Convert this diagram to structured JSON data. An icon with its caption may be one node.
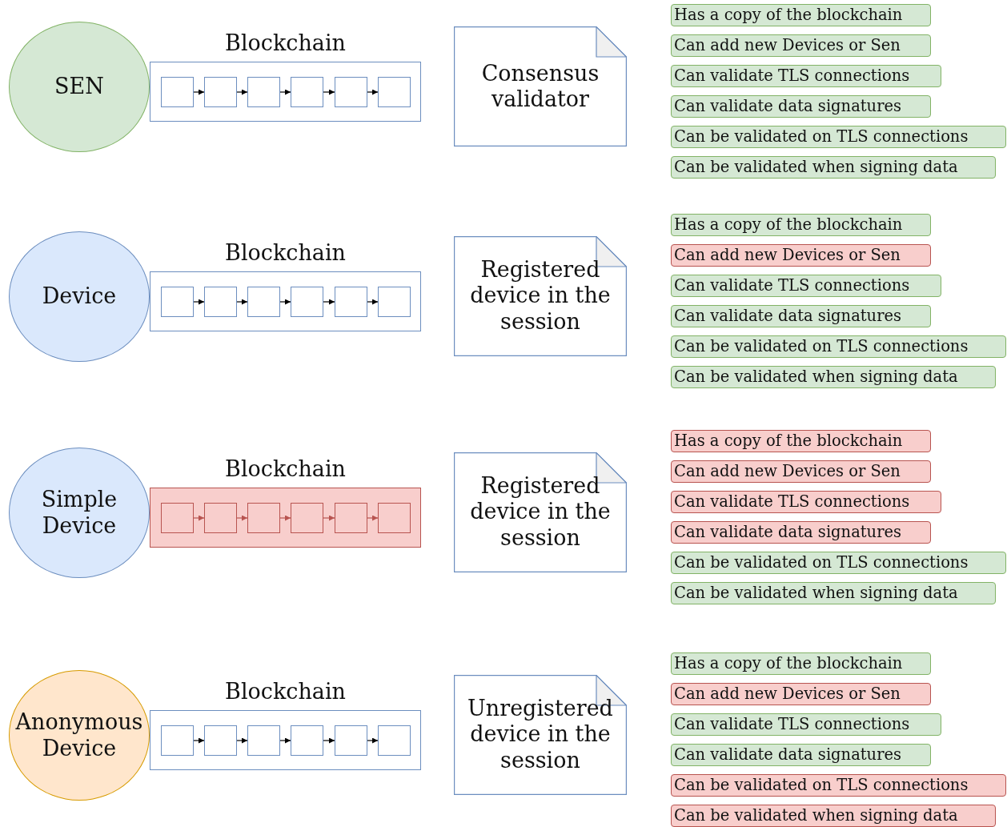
{
  "diagram": {
    "nodes": [
      {
        "text": [
          "SEN"
        ]
      },
      {
        "text": [
          "Blockchain"
        ]
      },
      {
        "text": [],
        "shape": "box",
        "in": 1
      },
      {
        "text": [],
        "shape": "box",
        "in": 1
      },
      {
        "text": [],
        "shape": "box",
        "in": 1
      },
      {
        "text": [],
        "shape": "box",
        "in": 1
      },
      {
        "text": [],
        "shape": "box",
        "in": 1
      },
      {
        "text": [],
        "shape": "box",
        "in": 1
      },
      {
        "text": [
          "Consensus validator"
        ]
      },
      {
        "text": [
          "Has a copy of the blockchain"
        ]
      },
      {
        "text": [
          "Can add new Devices or Sen"
        ]
      },
      {
        "text": [
          "Can validate TLS connections"
        ]
      },
      {
        "text": [
          "Can validate data signatures"
        ]
      },
      {
        "text": [
          "Can be validated on TLS connections"
        ]
      },
      {
        "text": [
          "Can be validated when signing data"
        ]
      },
      {
        "text": [
          "Device"
        ]
      },
      {
        "text": [
          "Blockchain"
        ]
      },
      {
        "text": [],
        "shape": "box",
        "in": 16
      },
      {
        "text": [],
        "shape": "box",
        "in": 16
      },
      {
        "text": [],
        "shape": "box",
        "in": 16
      },
      {
        "text": [],
        "shape": "box",
        "in": 16
      },
      {
        "text": [],
        "shape": "box",
        "in": 16
      },
      {
        "text": [],
        "shape": "box",
        "in": 16
      },
      {
        "text": [
          "Registered device in the session"
        ]
      },
      {
        "text": [
          "Has a copy of the blockchain"
        ]
      },
      {
        "text": [
          "Can add new Devices or Sen"
        ]
      },
      {
        "text": [
          "Can validate TLS connections"
        ]
      },
      {
        "text": [
          "Can validate data signatures"
        ]
      },
      {
        "text": [
          "Can be validated on TLS connections"
        ]
      },
      {
        "text": [
          "Can be validated when signing data"
        ]
      },
      {
        "text": [
          "Simple Device"
        ]
      },
      {
        "text": [
          "Blockchain"
        ]
      },
      {
        "text": [],
        "shape": "box",
        "in": 31
      },
      {
        "text": [],
        "shape": "box",
        "in": 31
      },
      {
        "text": [],
        "shape": "box",
        "in": 31
      },
      {
        "text": [],
        "shape": "box",
        "in": 31
      },
      {
        "text": [],
        "shape": "box",
        "in": 31
      },
      {
        "text": [],
        "shape": "box",
        "in": 31
      },
      {
        "text": [
          "Registered device in the session"
        ]
      },
      {
        "text": [
          "Has a copy of the blockchain"
        ]
      },
      {
        "text": [
          "Can add new Devices or Sen"
        ]
      },
      {
        "text": [
          "Can validate TLS connections"
        ]
      },
      {
        "text": [
          "Can validate data signatures"
        ]
      },
      {
        "text": [
          "Can be validated on TLS connections"
        ]
      },
      {
        "text": [
          "Can be validated when signing data"
        ]
      },
      {
        "text": [
          "Anonymous Device"
        ]
      },
      {
        "text": [
          "Blockchain"
        ]
      },
      {
        "text": [],
        "shape": "box",
        "in": 46
      },
      {
        "text": [],
        "shape": "box",
        "in": 46
      },
      {
        "text": [],
        "shape": "box",
        "in": 46
      },
      {
        "text": [],
        "shape": "box",
        "in": 46
      },
      {
        "text": [],
        "shape": "box",
        "in": 46
      },
      {
        "text": [],
        "shape": "box",
        "in": 46
      },
      {
        "text": [
          "Unregistered device in the session"
        ]
      },
      {
        "text": [
          "Has a copy of the blockchain"
        ]
      },
      {
        "text": [
          "Can add new Devices or Sen"
        ]
      },
      {
        "text": [
          "Can validate TLS connections"
        ]
      },
      {
        "text": [
          "Can validate data signatures"
        ]
      },
      {
        "text": [
          "Can be validated on TLS connections"
        ]
      },
      {
        "text": [
          "Can be validated when signing data"
        ]
      }
    ],
    "edges": [
      {
        "from": 2,
        "to": 3,
        "arrow": "to"
      },
      {
        "from": 3,
        "to": 4,
        "arrow": "to"
      },
      {
        "from": 4,
        "to": 5,
        "arrow": "to"
      },
      {
        "from": 5,
        "to": 6,
        "arrow": "to"
      },
      {
        "from": 6,
        "to": 7,
        "arrow": "to"
      },
      {
        "from": 17,
        "to": 18,
        "arrow": "to"
      },
      {
        "from": 18,
        "to": 19,
        "arrow": "to"
      },
      {
        "from": 19,
        "to": 20,
        "arrow": "to"
      },
      {
        "from": 20,
        "to": 21,
        "arrow": "to"
      },
      {
        "from": 21,
        "to": 22,
        "arrow": "to"
      },
      {
        "from": 32,
        "to": 33,
        "arrow": "to",
        "color": "#b85450"
      },
      {
        "from": 33,
        "to": 34,
        "arrow": "to",
        "color": "#b85450"
      },
      {
        "from": 34,
        "to": 35,
        "arrow": "to",
        "color": "#b85450"
      },
      {
        "from": 35,
        "to": 36,
        "arrow": "to",
        "color": "#b85450"
      },
      {
        "from": 36,
        "to": 37,
        "arrow": "to",
        "color": "#b85450"
      },
      {
        "from": 47,
        "to": 48,
        "arrow": "to"
      },
      {
        "from": 48,
        "to": 49,
        "arrow": "to"
      },
      {
        "from": 49,
        "to": 50,
        "arrow": "to"
      },
      {
        "from": 50,
        "to": 51,
        "arrow": "to"
      },
      {
        "from": 51,
        "to": 52,
        "arrow": "to"
      }
    ]
  }
}
